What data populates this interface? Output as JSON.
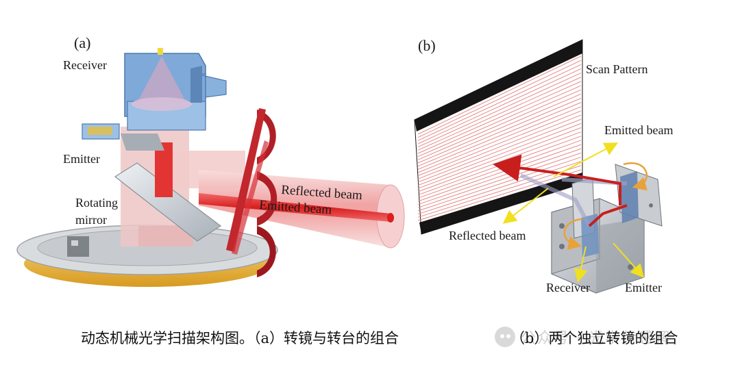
{
  "panel_a": {
    "tag": "(a)",
    "labels": {
      "receiver": "Receiver",
      "emitter": "Emitter",
      "rotating": "Rotating",
      "mirror": "mirror",
      "reflected": "Reflected beam",
      "emitted": "Emitted beam"
    }
  },
  "panel_b": {
    "tag": "(b)",
    "labels": {
      "scan": "Scan Pattern",
      "emitted": "Emitted beam",
      "reflected": "Reflected beam",
      "receiver": "Receiver",
      "emitter": "Emitter"
    }
  },
  "caption": {
    "part_a": "动态机械光学扫描架构图。（a）转镜与转台的组合",
    "part_b": "（b）两个独立转镜的组合"
  },
  "watermark": {
    "text": "公众号 · 光学传感解"
  },
  "colors": {
    "receiver_blue": "#7fa9d8",
    "beam_red": "#e23b3b",
    "beam_pink": "#f3c6c6",
    "arrow_yellow": "#f0e020",
    "base_gold": "#e8b53a"
  }
}
